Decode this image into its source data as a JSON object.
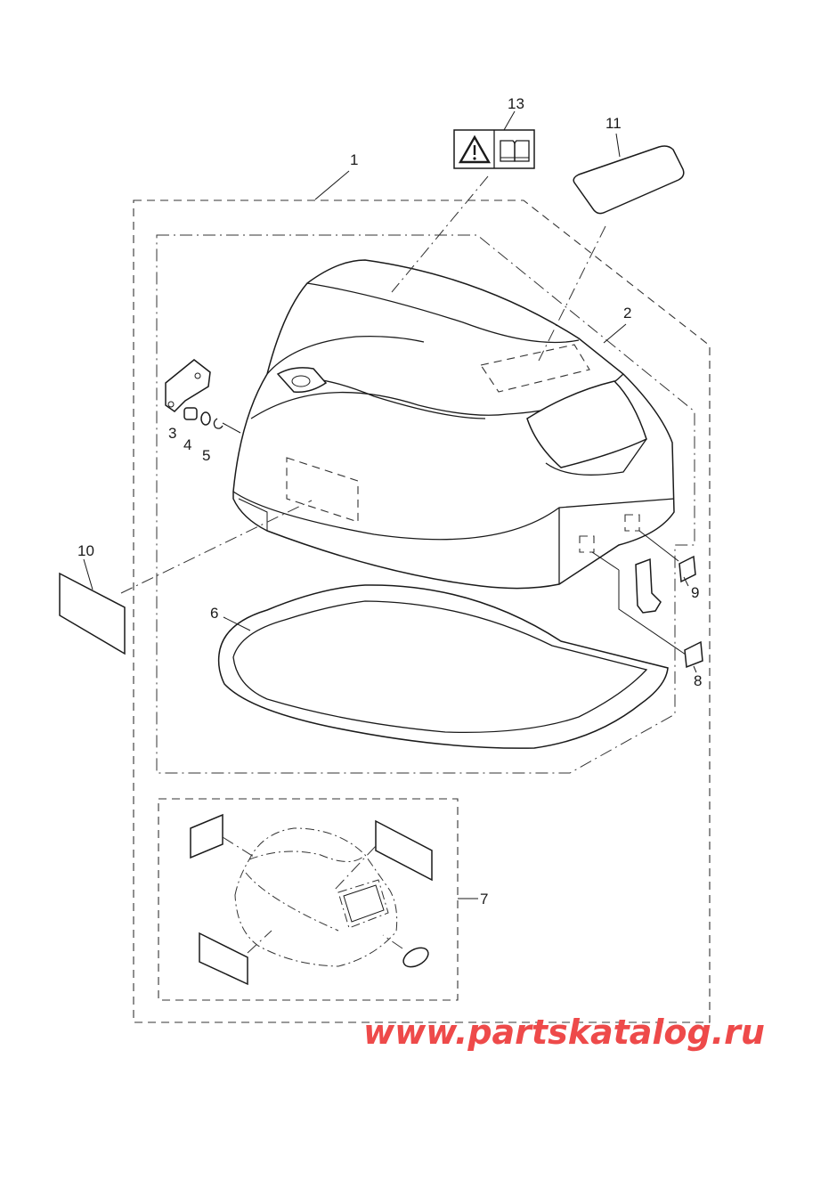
{
  "diagram": {
    "callouts": {
      "c1": "1",
      "c2": "2",
      "c3": "3",
      "c4": "4",
      "c5": "5",
      "c6": "6",
      "c7": "7",
      "c8": "8",
      "c9": "9",
      "c10": "10",
      "c11": "11",
      "c13": "13"
    },
    "watermark": "www.partskatalog.ru",
    "icons": [
      "warning-icon",
      "manual-book-icon"
    ],
    "colors": {
      "line": "#1a1a1a",
      "watermark": "#ee4a4a",
      "background": "#ffffff"
    }
  }
}
